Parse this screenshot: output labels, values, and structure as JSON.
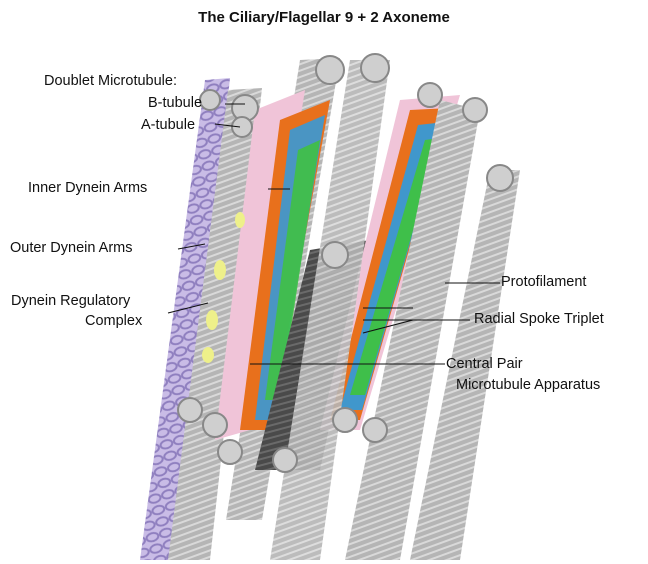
{
  "title": "The Ciliary/Flagellar 9 + 2 Axoneme",
  "labels": {
    "doublet_microtubule": "Doublet Microtubule:",
    "b_tubule": "B-tubule",
    "a_tubule": "A-tubule",
    "inner_dynein_arms": "Inner Dynein Arms",
    "outer_dynein_arms": "Outer Dynein Arms",
    "dynein_regulatory_line1": "Dynein Regulatory",
    "dynein_regulatory_line2": "Complex",
    "protofilament": "Protofilament",
    "radial_spoke_triplet": "Radial Spoke Triplet",
    "central_pair_line1": "Central Pair",
    "central_pair_line2": "Microtubule Apparatus"
  },
  "colors": {
    "microtubule": "#a9a9a9",
    "microtubule_light": "#d6d6d6",
    "outer_dynein": "#b7a8d8",
    "inner_dynein": "#f0c4d8",
    "drc": "#eef08a",
    "radial_spoke_orange": "#e8701c",
    "radial_spoke_blue": "#2e9be0",
    "radial_spoke_green": "#3fc33c",
    "central_pair": "#4a4a4a"
  }
}
